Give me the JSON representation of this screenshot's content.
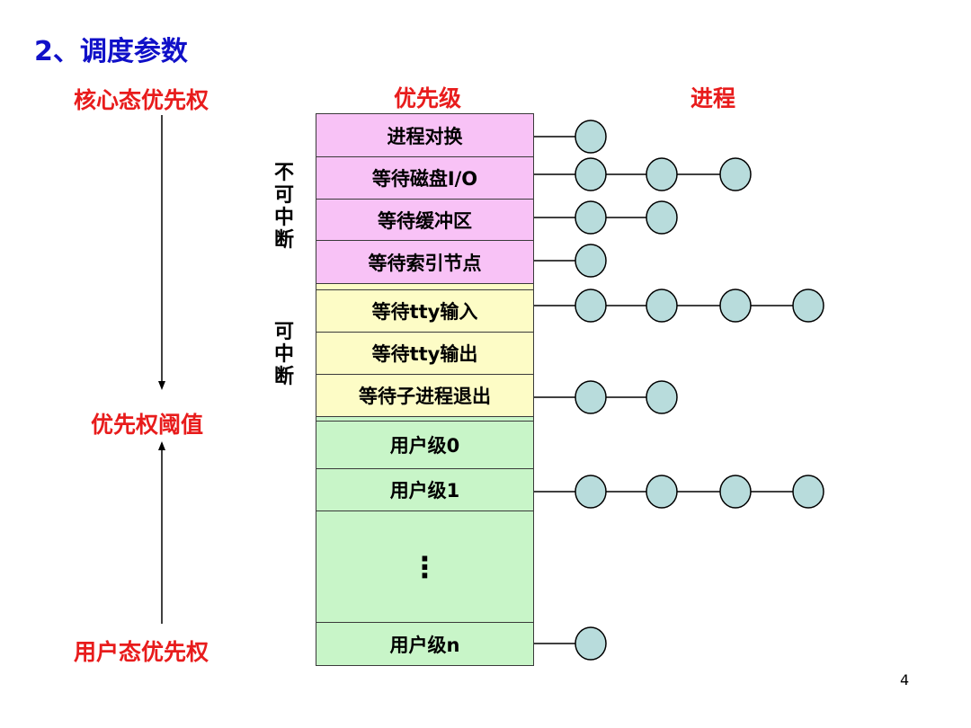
{
  "title": "2、调度参数",
  "headers": {
    "left_top": "核心态优先权",
    "priority": "优先级",
    "process": "进程"
  },
  "left_labels": {
    "threshold": "优先权阈值",
    "user": "用户态优先权"
  },
  "side_labels": {
    "non_interruptible": "不可中断",
    "interruptible": "可中断"
  },
  "rows": {
    "swap": "进程对换",
    "disk": "等待磁盘I/O",
    "buffer": "等待缓冲区",
    "inode": "等待索引节点",
    "tty_in": "等待tty输入",
    "tty_out": "等待tty输出",
    "child_exit": "等待子进程退出",
    "user0": "用户级0",
    "user1": "用户级1",
    "ellipsis": "⋮",
    "usern": "用户级n"
  },
  "process_counts": {
    "swap": 1,
    "disk": 3,
    "buffer": 2,
    "inode": 1,
    "tty_in": 4,
    "tty_out": 0,
    "child_exit": 2,
    "user0": 0,
    "user1": 4,
    "usern": 1
  },
  "colors": {
    "kernel_uninterruptible": "#f8c2f6",
    "kernel_interruptible": "#fdfcc6",
    "user": "#c8f5c8",
    "process_node": "#b8dcdc",
    "title": "#1010c8",
    "label": "#e81c1c"
  },
  "page_number": "4"
}
